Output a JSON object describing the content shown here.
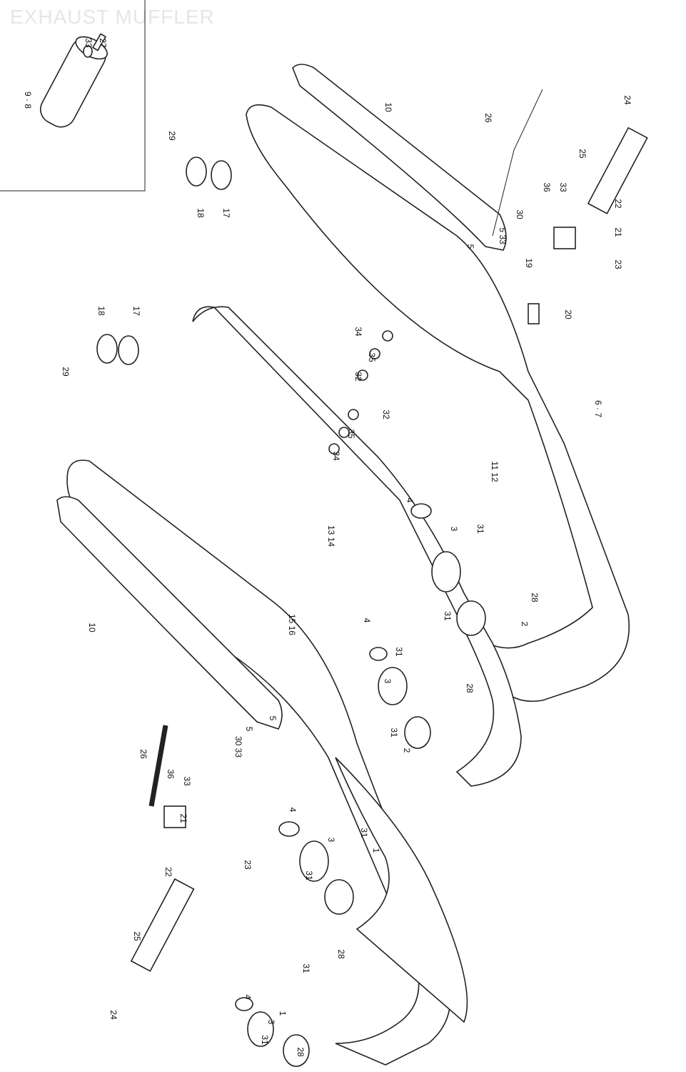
{
  "title": "EXHAUST MUFFLER",
  "callouts": [
    "27",
    "33",
    "9 · 8",
    "29",
    "18",
    "17",
    "26",
    "10",
    "24",
    "25",
    "36",
    "33",
    "30",
    "5 33",
    "22",
    "21",
    "5",
    "19",
    "23",
    "20",
    "18",
    "17",
    "29",
    "34",
    "35",
    "32",
    "32",
    "35",
    "34",
    "6 · 7",
    "11 12",
    "13 14",
    "4",
    "3",
    "31",
    "28",
    "31",
    "2",
    "10",
    "15 16",
    "4",
    "31",
    "3",
    "28",
    "31",
    "2",
    "5",
    "5",
    "30 33",
    "26",
    "36",
    "33",
    "21",
    "4",
    "3",
    "31",
    "1",
    "22",
    "23",
    "31",
    "25",
    "28",
    "31",
    "24",
    "4",
    "3",
    "31",
    "1",
    "28"
  ]
}
